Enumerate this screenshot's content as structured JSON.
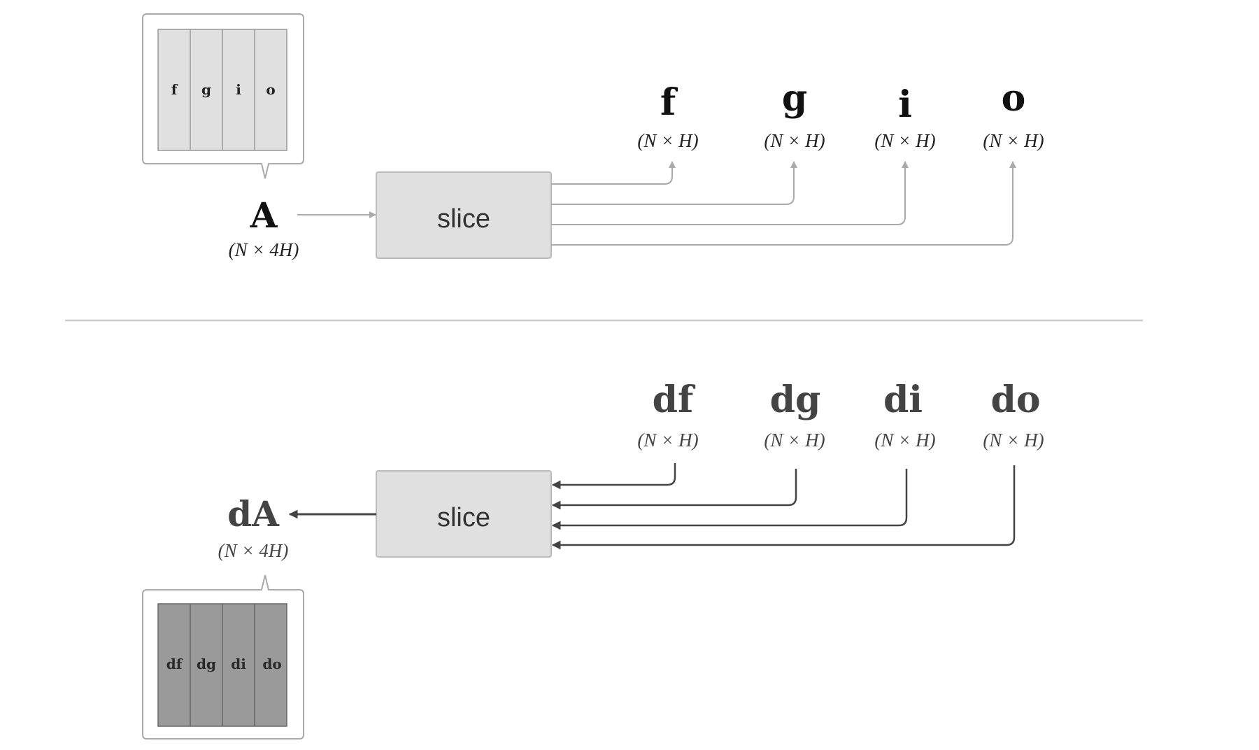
{
  "forward": {
    "matrix_cells": [
      "f",
      "g",
      "i",
      "o"
    ],
    "input_label": "A",
    "input_dim": "(N × 4H)",
    "op_label": "slice",
    "outputs": [
      {
        "label": "f",
        "dim": "(N × H)"
      },
      {
        "label": "g",
        "dim": "(N × H)"
      },
      {
        "label": "i",
        "dim": "(N × H)"
      },
      {
        "label": "o",
        "dim": "(N × H)"
      }
    ]
  },
  "backward": {
    "matrix_cells": [
      "df",
      "dg",
      "di",
      "do"
    ],
    "output_label": "dA",
    "output_dim": "(N × 4H)",
    "op_label": "slice",
    "inputs": [
      {
        "label": "df",
        "dim": "(N × H)"
      },
      {
        "label": "dg",
        "dim": "(N × H)"
      },
      {
        "label": "di",
        "dim": "(N × H)"
      },
      {
        "label": "do",
        "dim": "(N × H)"
      }
    ]
  },
  "colors": {
    "light_fill": "#e0e0e0",
    "dark_fill": "#9a9a9a",
    "forward_line": "#aaaaaa",
    "backward_line": "#444444",
    "divider": "#cccccc",
    "text_dark": "#111111",
    "text_gray": "#444444"
  }
}
